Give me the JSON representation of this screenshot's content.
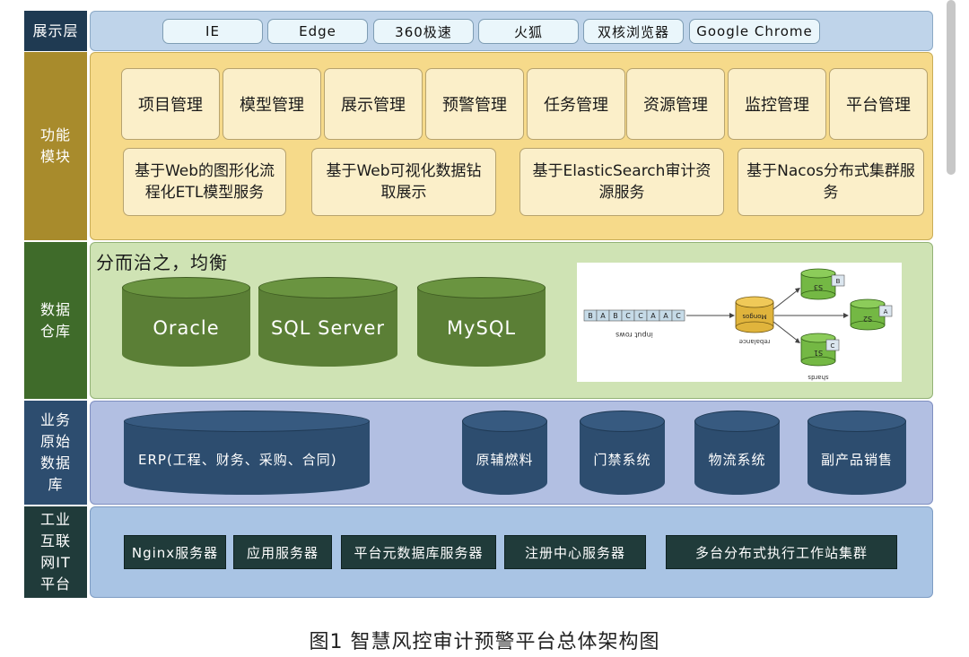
{
  "layers": {
    "presentation": {
      "label": "展示层",
      "browsers": [
        "IE",
        "Edge",
        "360极速",
        "火狐",
        "双核浏览器",
        "Google Chrome"
      ]
    },
    "function": {
      "label": "功能模块",
      "modules": [
        "项目管理",
        "模型管理",
        "展示管理",
        "预警管理",
        "任务管理",
        "资源管理",
        "监控管理",
        "平台管理"
      ],
      "services": [
        "基于Web的图形化流程化ETL模型服务",
        "基于Web可视化数据钻取展示",
        "基于ElasticSearch审计资源服务",
        "基于Nacos分布式集群服务"
      ]
    },
    "warehouse": {
      "label": "数据仓库",
      "heading": "分而治之，均衡",
      "databases": [
        "Oracle",
        "SQL Server",
        "MySQL"
      ],
      "shard_figure": {
        "input_cells": [
          "B",
          "A",
          "B",
          "C",
          "C",
          "A",
          "A",
          "C"
        ],
        "input_label": "input rows",
        "router_label": "Mongos",
        "router_caption": "rebalance",
        "shards": [
          {
            "name": "S3",
            "chunk": "B"
          },
          {
            "name": "S2",
            "chunk": "A"
          },
          {
            "name": "S1",
            "chunk": "C"
          }
        ],
        "shards_caption": "shards"
      }
    },
    "business": {
      "label": "业务原始数据库",
      "databases": [
        "ERP(工程、财务、采购、合同)",
        "原辅燃料",
        "门禁系统",
        "物流系统",
        "副产品销售"
      ]
    },
    "platform": {
      "label": "工业互联网IT平台",
      "servers": [
        "Nginx服务器",
        "应用服务器",
        "平台元数据库服务器",
        "注册中心服务器",
        "多台分布式执行工作站集群"
      ]
    }
  },
  "caption": "图1 智慧风控审计预警平台总体架构图",
  "colors": {
    "label_bg": [
      "#1f3a52",
      "#a88b2c",
      "#3f6b2a",
      "#2d4d6f",
      "#203b3a"
    ],
    "presentation_bg": "#bfd4ea",
    "function_bg": "#f6da8a",
    "warehouse_bg": "#cfe3b4",
    "business_bg": "#b2bfe2",
    "platform_bg": "#a9c4e4"
  }
}
